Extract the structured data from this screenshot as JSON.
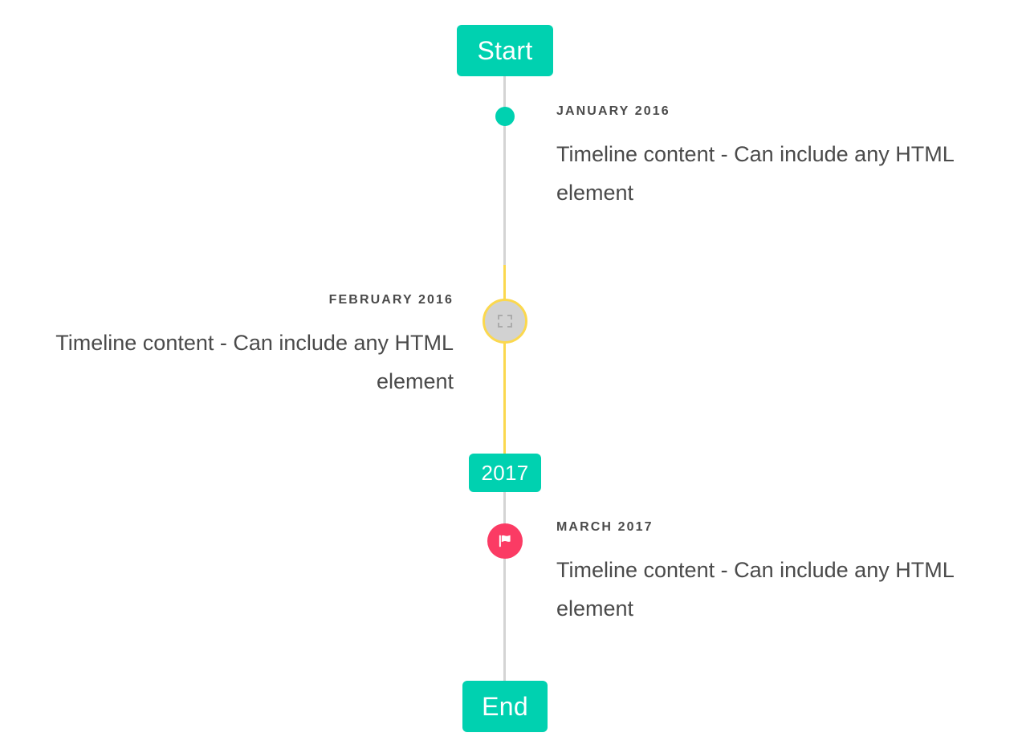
{
  "timeline": {
    "start_label": "Start",
    "middle_label": "2017",
    "end_label": "End",
    "colors": {
      "accent_teal": "#00d1b0",
      "rail_gray": "#d4d4d4",
      "rail_yellow": "#fbd84e",
      "flag_pink": "#fb3b64",
      "marker_gray": "#d2d2d2",
      "text": "#4a4a4a",
      "background": "#ffffff"
    },
    "entries": [
      {
        "date": "JANUARY 2016",
        "body": "Timeline content - Can include any HTML element",
        "side": "right",
        "marker": "dot-icon"
      },
      {
        "date": "FEBRUARY 2016",
        "body": "Timeline content - Can include any HTML element",
        "side": "left",
        "marker": "broken-image-icon"
      },
      {
        "date": "MARCH 2017",
        "body": "Timeline content - Can include any HTML element",
        "side": "right",
        "marker": "flag-icon"
      }
    ]
  }
}
